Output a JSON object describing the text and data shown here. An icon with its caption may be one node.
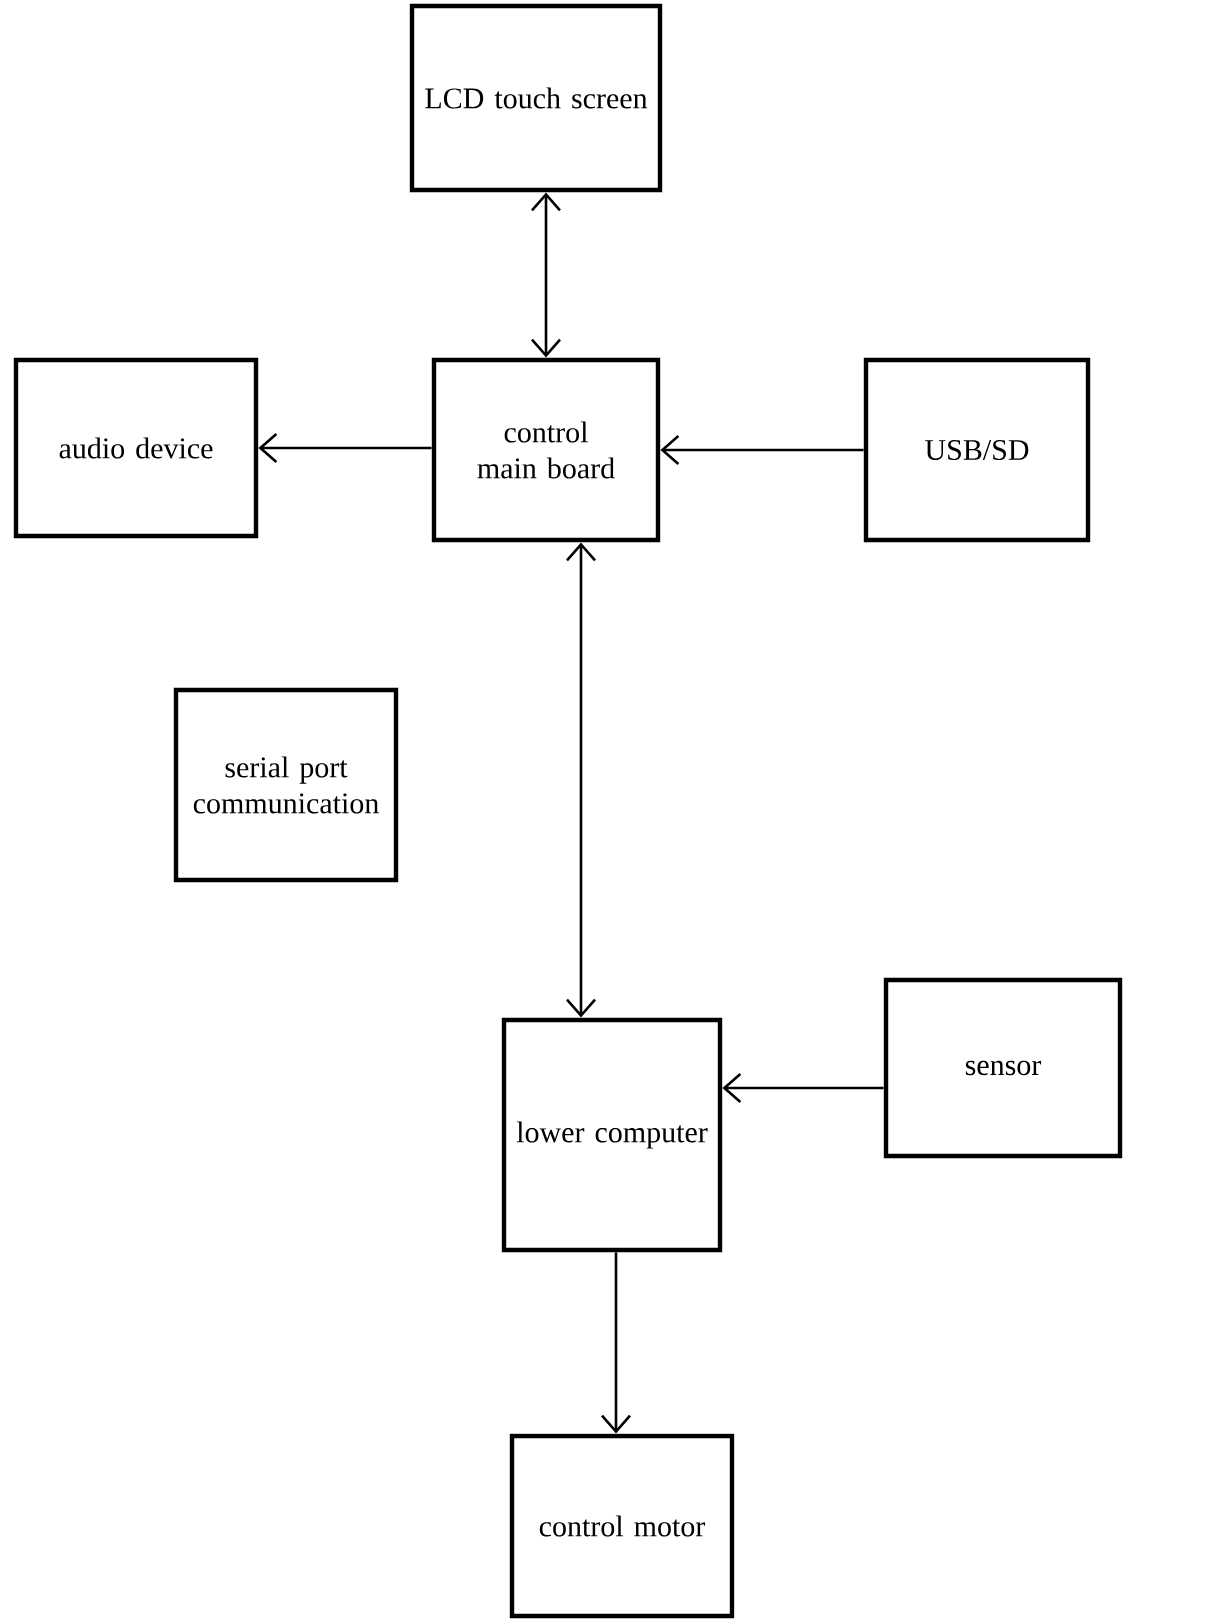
{
  "diagram": {
    "nodes": [
      {
        "text": [
          "LCD touch screen"
        ]
      },
      {
        "text": [
          "control main board"
        ]
      },
      {
        "text": [
          "audio device"
        ]
      },
      {
        "text": [
          "USB/SD"
        ]
      },
      {
        "text": [
          "serial port communication"
        ]
      },
      {
        "text": [
          "lower computer"
        ]
      },
      {
        "text": [
          "sensor"
        ]
      },
      {
        "text": [
          "control motor"
        ]
      }
    ],
    "edges": [
      {
        "from": 0,
        "to": 1,
        "arrow": "both"
      },
      {
        "from": 1,
        "to": 2,
        "arrow": "to"
      },
      {
        "from": 3,
        "to": 1,
        "arrow": "to"
      },
      {
        "from": 1,
        "to": 5,
        "arrow": "both"
      },
      {
        "from": 6,
        "to": 5,
        "arrow": "to"
      },
      {
        "from": 5,
        "to": 7,
        "arrow": "to"
      }
    ]
  }
}
